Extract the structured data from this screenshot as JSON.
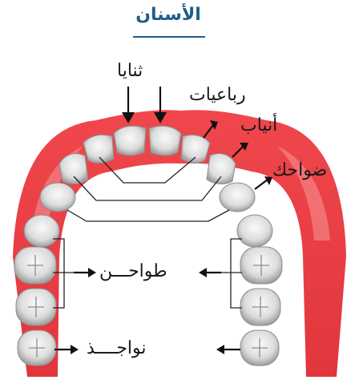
{
  "title": "الأسنان",
  "labels": {
    "incisors": "ثنايا",
    "lateral_incisors": "رباعيات",
    "canines": "أنياب",
    "premolars_front": "ضواحك",
    "premolars": "طواحـــن",
    "molars": "نواجــــذ"
  },
  "colors": {
    "title": "#1f5d8a",
    "gum": "#e8363d",
    "gum_light": "#f7a1a3",
    "tooth": "#e6e6e6",
    "tooth_shadow": "#a9a9a9",
    "line": "#222222"
  }
}
